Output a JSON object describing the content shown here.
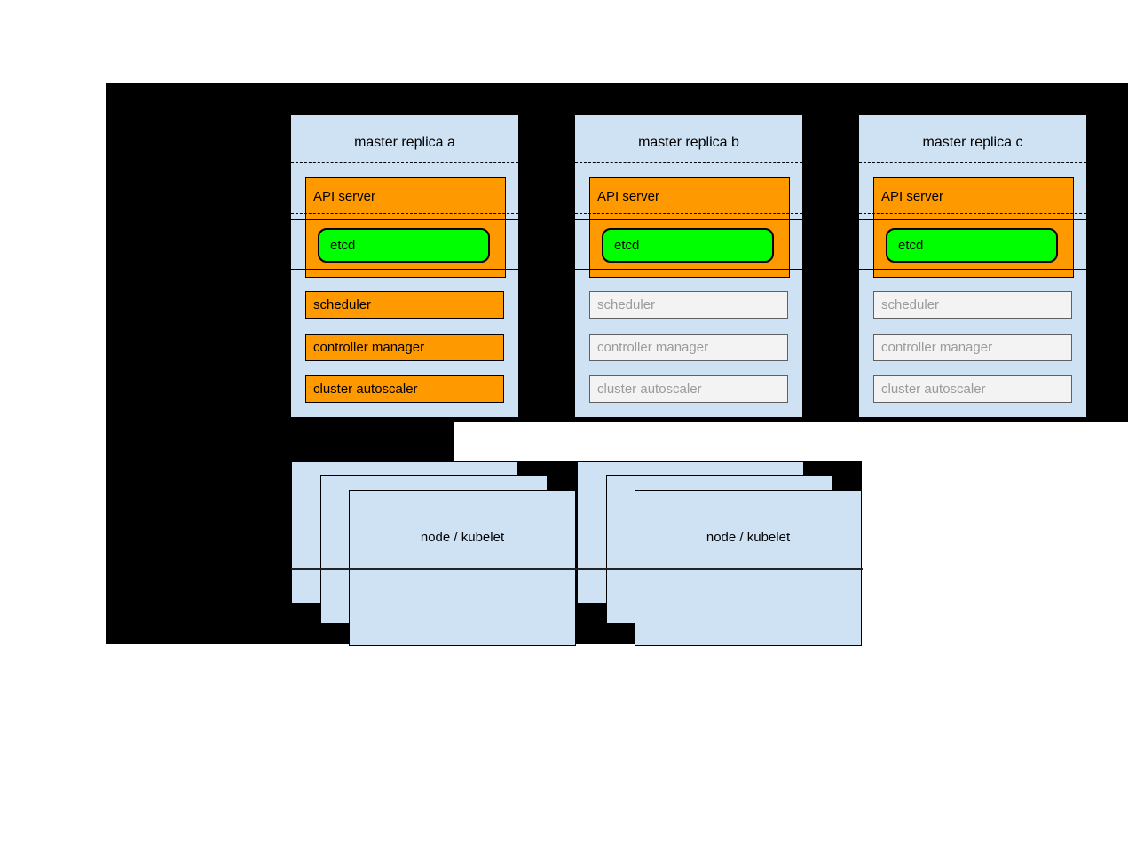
{
  "colors": {
    "panel_black": "#000000",
    "box_blue": "#cfe2f3",
    "active_orange": "#ff9900",
    "etcd_green": "#00ff00",
    "inactive_bg": "#f3f3f3",
    "inactive_border": "#606060",
    "inactive_text": "#9b9b9b"
  },
  "masters": [
    {
      "title": "master replica a",
      "api_server": "API server",
      "etcd": "etcd",
      "services": [
        {
          "label": "scheduler",
          "state": "active"
        },
        {
          "label": "controller manager",
          "state": "active"
        },
        {
          "label": "cluster autoscaler",
          "state": "active"
        }
      ]
    },
    {
      "title": "master replica b",
      "api_server": "API server",
      "etcd": "etcd",
      "services": [
        {
          "label": "scheduler",
          "state": "inactive"
        },
        {
          "label": "controller manager",
          "state": "inactive"
        },
        {
          "label": "cluster autoscaler",
          "state": "inactive"
        }
      ]
    },
    {
      "title": "master replica c",
      "api_server": "API server",
      "etcd": "etcd",
      "services": [
        {
          "label": "scheduler",
          "state": "inactive"
        },
        {
          "label": "controller manager",
          "state": "inactive"
        },
        {
          "label": "cluster autoscaler",
          "state": "inactive"
        }
      ]
    }
  ],
  "node_groups": [
    {
      "label": "node / kubelet"
    },
    {
      "label": "node / kubelet"
    }
  ]
}
